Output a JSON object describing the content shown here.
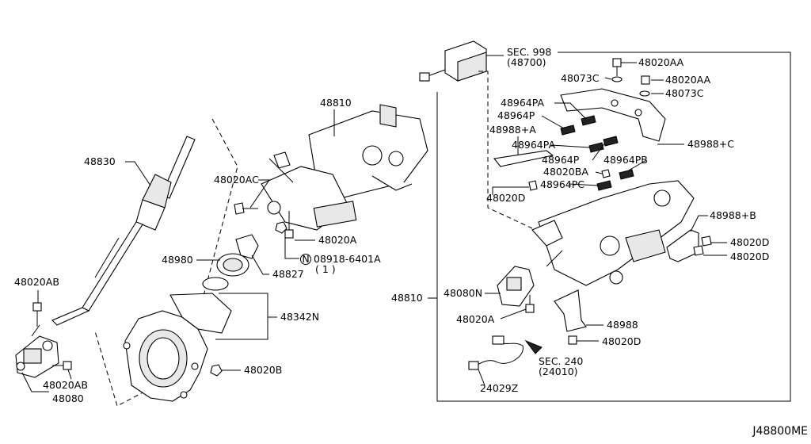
{
  "diagram_code": "J48800ME",
  "labels": {
    "p48810_top": "48810",
    "p48830": "48830",
    "p48020AC": "48020AC",
    "p48020A_1": "48020A",
    "p08918": "08918-6401A",
    "p08918_qty": "( 1 )",
    "p48980": "48980",
    "p48827": "48827",
    "p48342N": "48342N",
    "p48020AB_top": "48020AB",
    "p48020AB_bot": "48020AB",
    "p48080": "48080",
    "p48020B": "48020B",
    "sec998": "SEC. 998",
    "sec998_ref": "(48700)",
    "p48020AA_1": "48020AA",
    "p48073C_1": "48073C",
    "p48020AA_2": "48020AA",
    "p48073C_2": "48073C",
    "p48964PA_1": "48964PA",
    "p48964P_1": "48964P",
    "p48988A": "48988+A",
    "p48964PA_2": "48964PA",
    "p48988C": "48988+C",
    "p48964P_2": "48964P",
    "p48964PB": "48964PB",
    "p48020BA": "48020BA",
    "p48964PC": "48964PC",
    "p48020D_1": "48020D",
    "p48988B": "48988+B",
    "p48020D_2": "48020D",
    "p48020D_3": "48020D",
    "p48810_right": "48810",
    "p48080N": "48080N",
    "p48020A_2": "48020A",
    "p48988": "48988",
    "p48020D_4": "48020D",
    "sec240": "SEC. 240",
    "sec240_ref": "(24010)",
    "p24029Z": "24029Z",
    "n_symbol": "N"
  }
}
